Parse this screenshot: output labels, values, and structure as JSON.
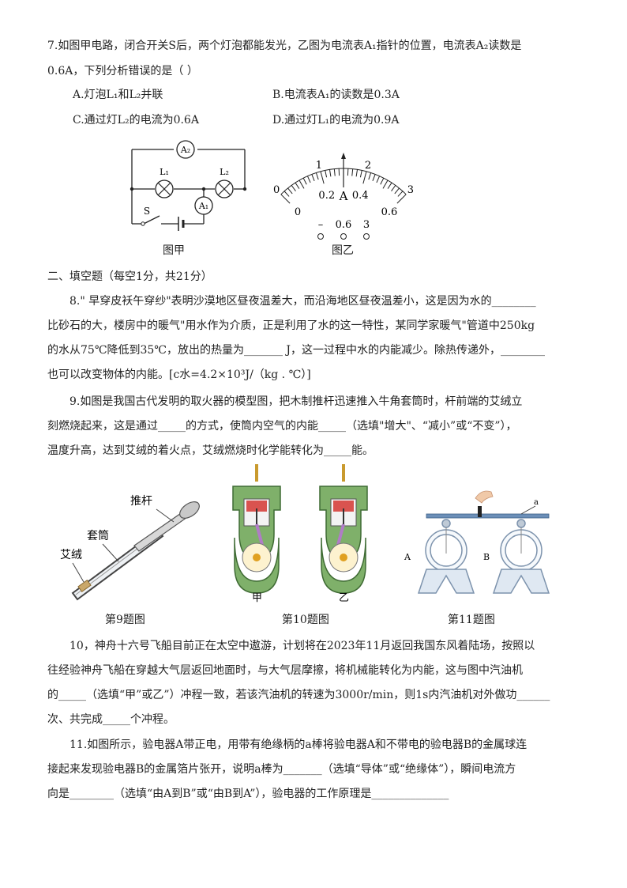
{
  "q7": {
    "line1": "7.如图甲电路，闭合开关S后，两个灯泡都能发光，乙图为电流表A₁指针的位置，电流表A₂读数是",
    "line2": "0.6A，下列分析错误的是（    ）",
    "opt_a": "A.灯泡L₁和L₂并联",
    "opt_b": "B.电流表A₁的读数是0.3A",
    "opt_c": "C.通过灯L₂的电流为0.6A",
    "opt_d": "D.通过灯L₁的电流为0.9A",
    "fig_jia": {
      "a2": "A₂",
      "l1": "L₁",
      "l2": "L₂",
      "a1": "A₁",
      "s": "S",
      "caption": "图甲"
    },
    "fig_yi": {
      "top_ticks": [
        "0",
        "1",
        "2",
        "3"
      ],
      "bottom_ticks": [
        "0",
        "0.2",
        "0.4",
        "0.6"
      ],
      "unit": "A",
      "terminals": [
        "–",
        "0.6",
        "3"
      ],
      "caption": "图乙"
    }
  },
  "section2": {
    "heading": "二、填空题（每空1分，共21分）"
  },
  "q8": {
    "line1": "8.\" 早穿皮袄午穿纱\"表明沙漠地区昼夜温差大，而沿海地区昼夜温差小，这是因为水的________",
    "line2": "比砂石的大，楼房中的暖气\"用水作为介质，正是利用了水的这一特性，某同学家暖气\"管道中250kg",
    "line3": "的水从75℃降低到35℃，放出的热量为_______ J，这一过程中水的内能减少。除热传递外，________",
    "line4": "也可以改变物体的内能。[c水=4.2×10³J/（kg . ℃）]"
  },
  "q9": {
    "line1": "9.如图是我国古代发明的取火器的模型图，把木制推杆迅速推入牛角套筒时，杆前端的艾绒立",
    "line2": "刻燃烧起来，这是通过_____的方式，使筒内空气的内能_____（选填\"增大\"、“减小”或“不变”），",
    "line3": "温度升高，达到艾绒的着火点，艾绒燃烧时化学能转化为_____能。"
  },
  "figures": {
    "fig9": {
      "label_push": "推杆",
      "label_tube": "套筒",
      "label_tinder": "艾绒",
      "caption": "第9题图"
    },
    "fig10": {
      "label_jia": "甲",
      "label_yi": "乙",
      "caption": "第10题图"
    },
    "fig11": {
      "label_a": "A",
      "label_b": "B",
      "label_rod": "a",
      "caption": "第11题图"
    }
  },
  "q10": {
    "line1": "10，神舟十六号飞船目前正在太空中遨游，计划将在2023年11月返回我国东风着陆场，按照以",
    "line2": "往经验神舟飞船在穿越大气层返回地面时，与大气层摩擦，将机械能转化为内能，这与图中汽油机",
    "line3": "的_____（选填“甲”或乙”）冲程一致，若该汽油机的转速为3000r/min，则1s内汽油机对外做功______",
    "line4": "次、共完成_____个冲程。"
  },
  "q11": {
    "line1": "11.如图所示，验电器A带正电，用带有绝缘柄的a棒将验电器A和不带电的验电器B的金属球连",
    "line2": "接起来发现验电器B的金属箔片张开，说明a棒为_______（选填“导体”或“绝缘体”），瞬间电流方",
    "line3": "向是________（选填“由A到B”或“由B到A”），验电器的工作原理是______________"
  }
}
